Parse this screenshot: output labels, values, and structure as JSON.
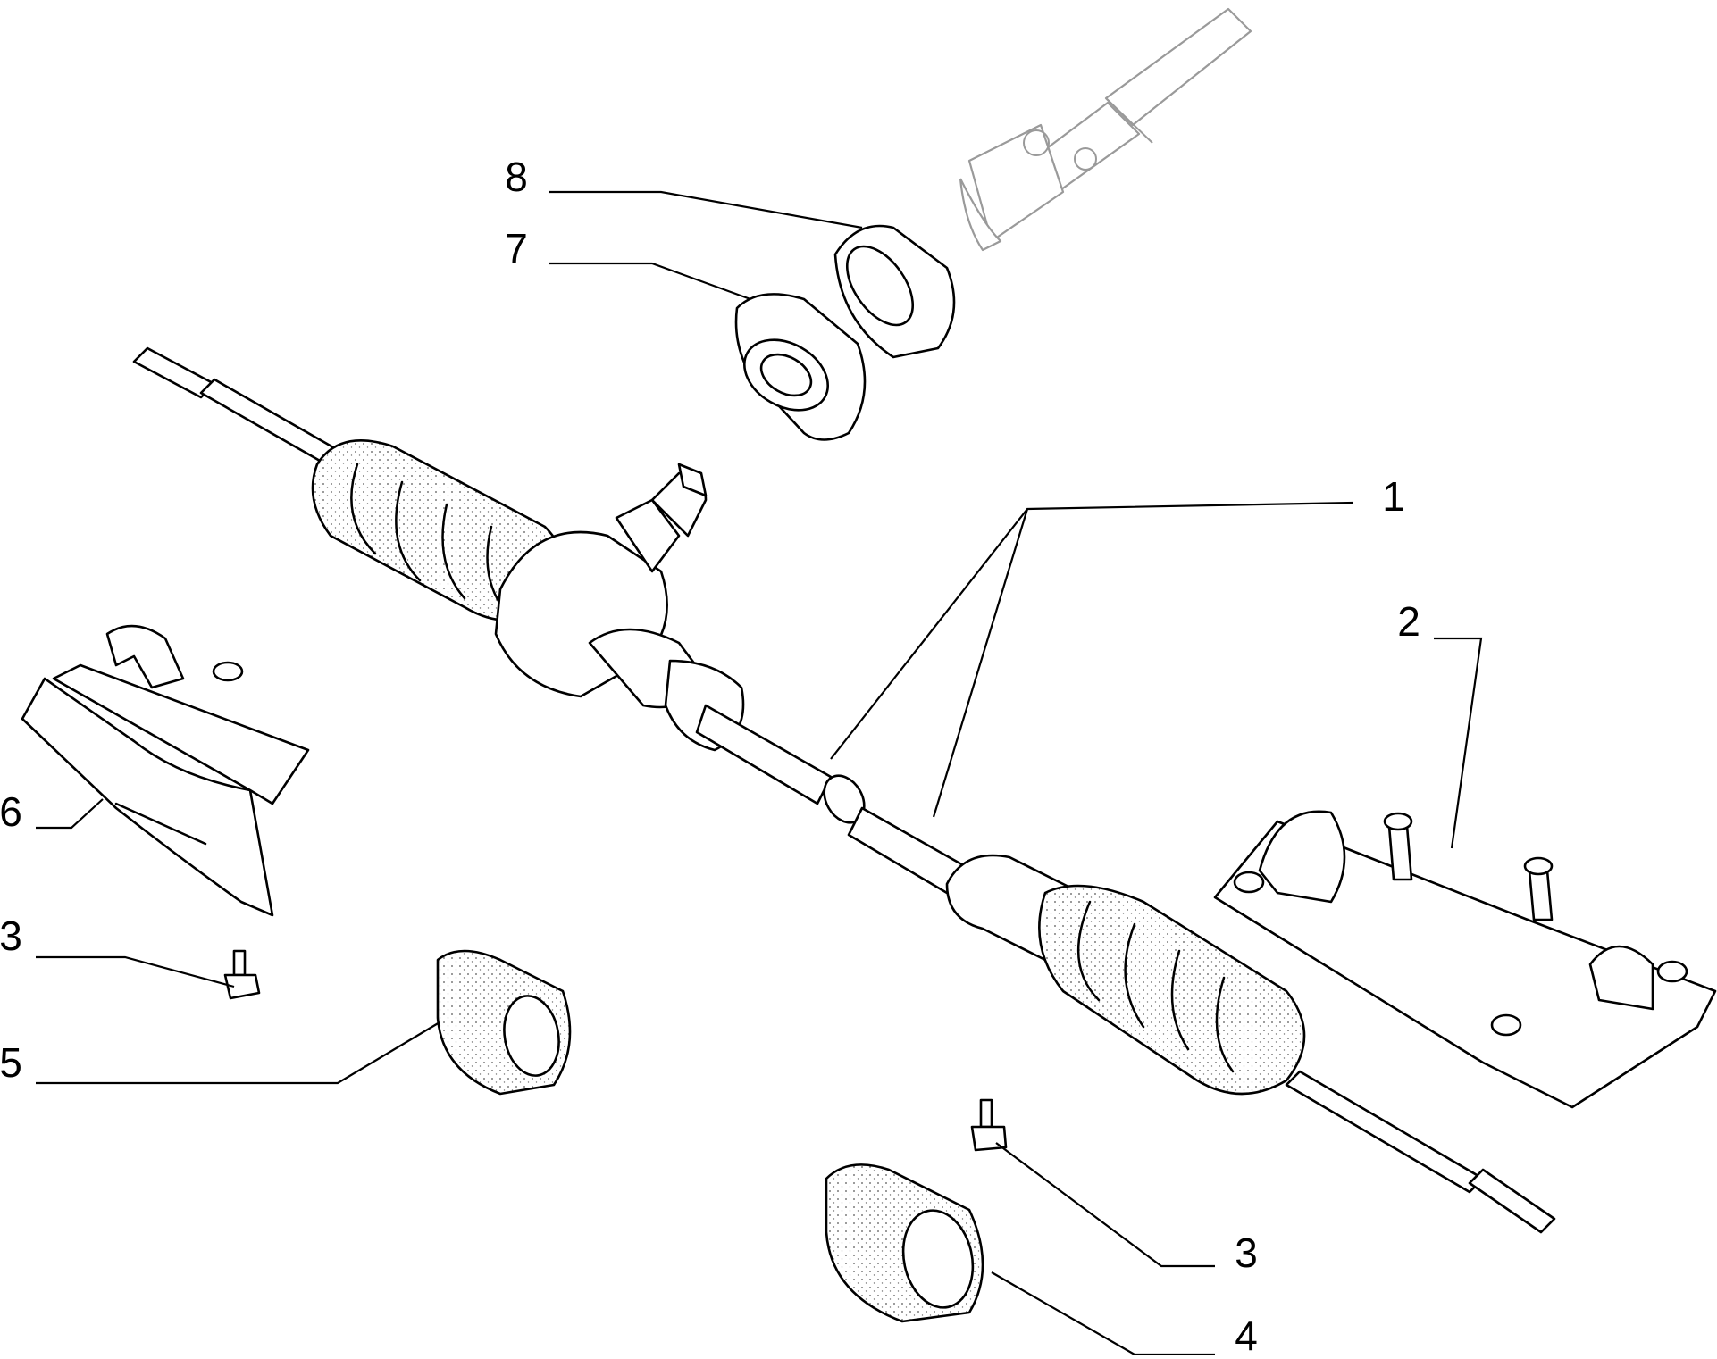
{
  "diagram": {
    "callouts": [
      {
        "id": "1",
        "label": "1"
      },
      {
        "id": "2",
        "label": "2"
      },
      {
        "id": "3a",
        "label": "3"
      },
      {
        "id": "3b",
        "label": "3"
      },
      {
        "id": "4",
        "label": "4"
      },
      {
        "id": "5",
        "label": "5"
      },
      {
        "id": "6",
        "label": "6"
      },
      {
        "id": "7",
        "label": "7"
      },
      {
        "id": "8",
        "label": "8"
      }
    ]
  }
}
